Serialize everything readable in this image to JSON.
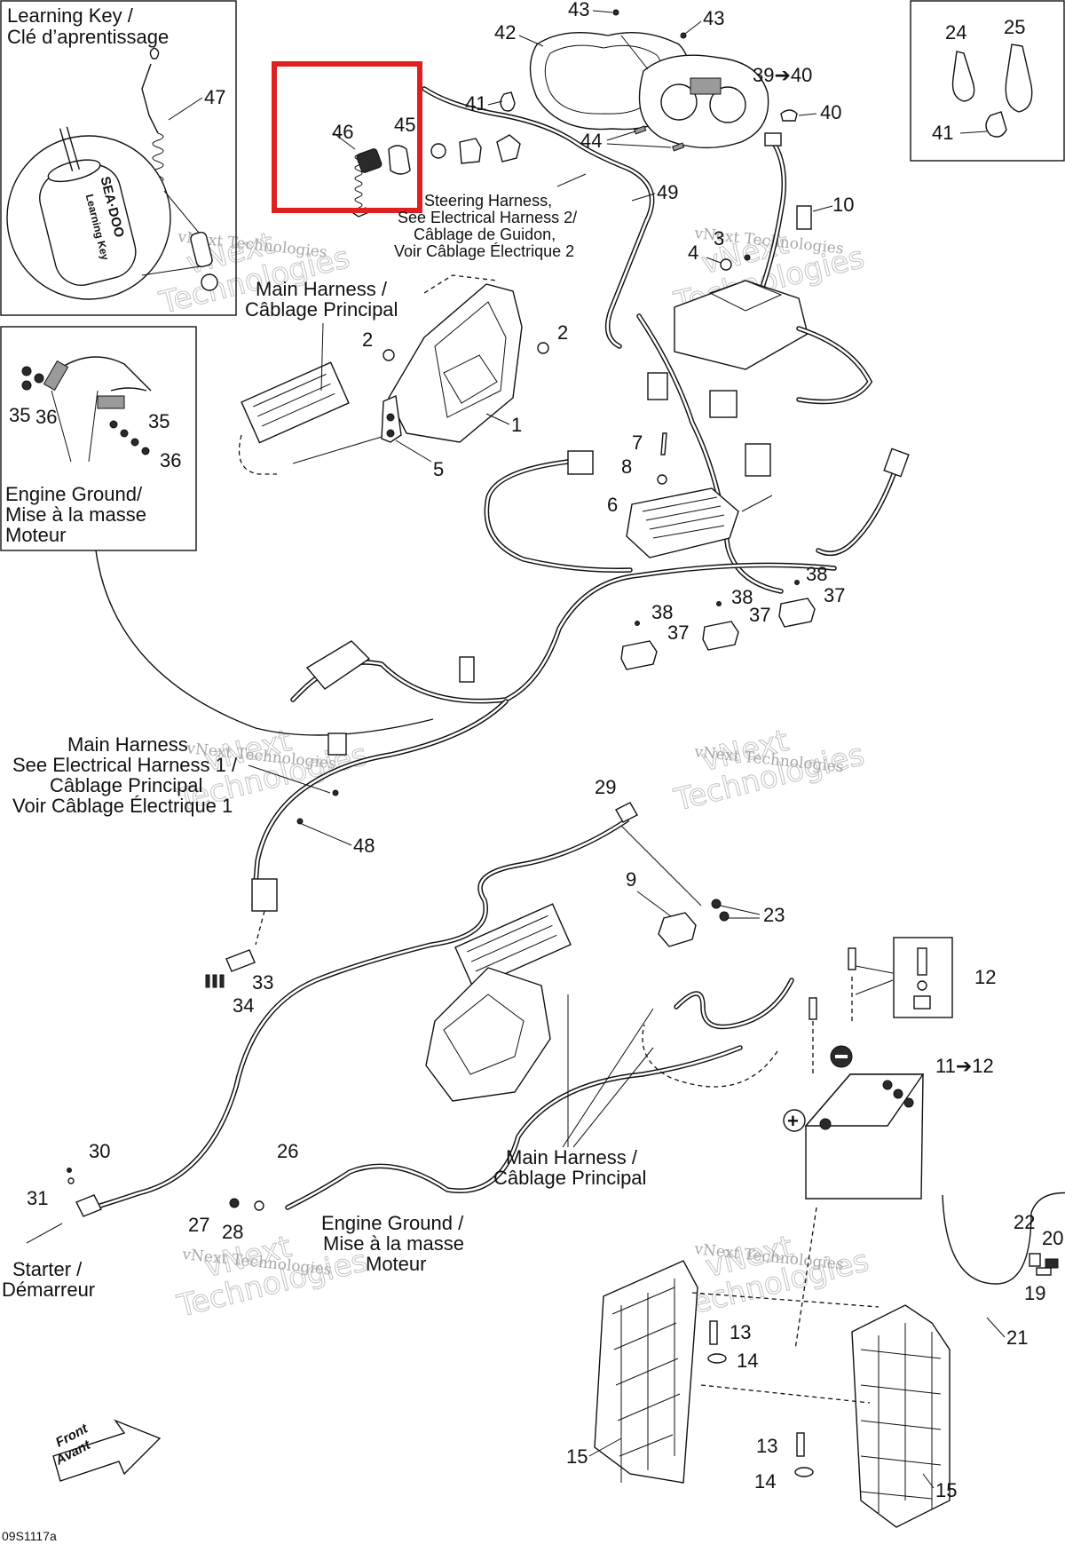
{
  "insets": {
    "learning_key_title_en": "Learning Key /",
    "learning_key_title_fr": "Clé d’aprentissage",
    "learning_key_brand": "SEA·DOO",
    "learning_key_text": "Learning Key",
    "fasteners": {
      "a": "24",
      "b": "25",
      "c": "41"
    },
    "engine_ground_en": "Engine Ground/",
    "engine_ground_fr1": "Mise à la masse",
    "engine_ground_fr2": "Moteur"
  },
  "captions": {
    "steering_1": "Steering Harness,",
    "steering_2": "See Electrical Harness 2/",
    "steering_3": "Câblage de Guidon,",
    "steering_4": "Voir Câblage Électrique 2",
    "main_harness_top_1": "Main Harness /",
    "main_harness_top_2": "Câblage Principal",
    "main_harness_mid_1": "Main Harness",
    "main_harness_mid_2": "See Electrical Harness 1 /",
    "main_harness_mid_3": "Câblage Principal",
    "main_harness_mid_4": "Voir Câblage Électrique 1",
    "main_harness_low_1": "Main Harness /",
    "main_harness_low_2": "Câblage Principal",
    "engine_ground_low_1": "Engine Ground /",
    "engine_ground_low_2": "Mise à la masse",
    "engine_ground_low_3": "Moteur",
    "starter_1": "Starter /",
    "starter_2": "Démarreur",
    "front_1": "Front",
    "front_2": "Avant",
    "doc_id": "09S1117a"
  },
  "watermark": {
    "line1": "vNext",
    "line2": "Technologies",
    "small": "vNext Technologies"
  },
  "callouts": {
    "c43a": "43",
    "c43b": "43",
    "c42": "42",
    "c39_40": "39➔40",
    "c40": "40",
    "c41": "41",
    "c45": "45",
    "c46": "46",
    "c44": "44",
    "c47": "47",
    "c49": "49",
    "c10": "10",
    "c3": "3",
    "c4": "4",
    "c2a": "2",
    "c2b": "2",
    "c1": "1",
    "c5": "5",
    "c35a": "35",
    "c36a": "36",
    "c35b": "35",
    "c36b": "36",
    "c7": "7",
    "c8": "8",
    "c6": "6",
    "c38a": "38",
    "c37a": "37",
    "c38b": "38",
    "c37b": "37",
    "c38c": "38",
    "c37c": "37",
    "c48": "48",
    "c29": "29",
    "c9": "9",
    "c23": "23",
    "c33": "33",
    "c34": "34",
    "c12": "12",
    "c11_12": "11➔12",
    "c30": "30",
    "c31": "31",
    "c26": "26",
    "c27": "27",
    "c28": "28",
    "c22": "22",
    "c20": "20",
    "c19": "19",
    "c21": "21",
    "c13a": "13",
    "c14a": "14",
    "c13b": "13",
    "c14b": "14",
    "c15a": "15",
    "c15b": "15"
  },
  "highlight": {
    "color": "#e02020",
    "parts": [
      "46",
      "45"
    ]
  }
}
